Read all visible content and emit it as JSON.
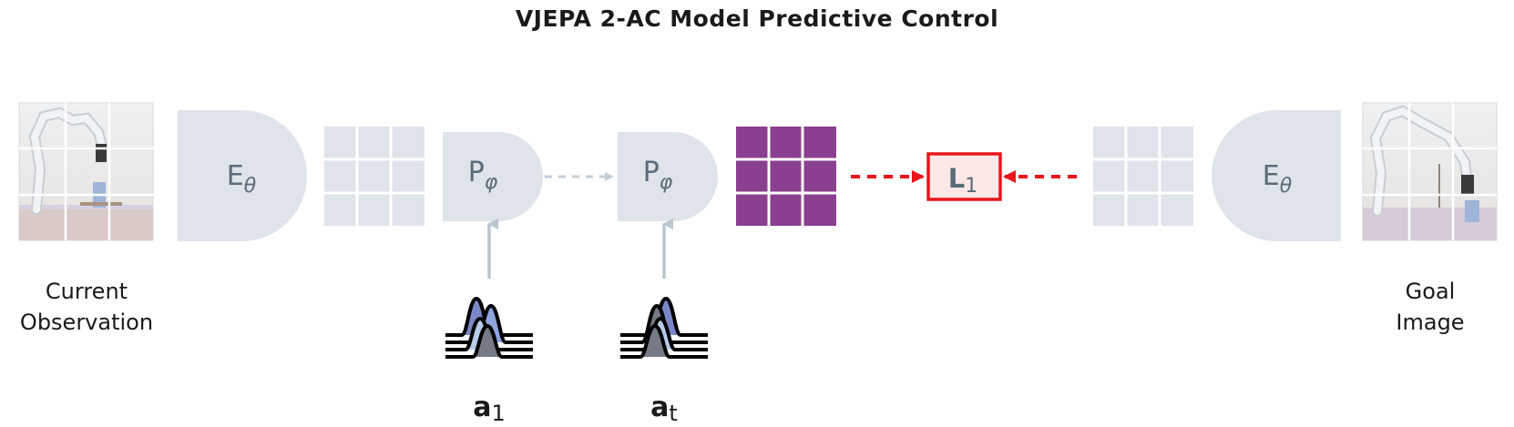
{
  "title": "VJEPA 2-AC Model Predictive Control",
  "captions": {
    "current": [
      "Current",
      "Observation"
    ],
    "goal": [
      "Goal",
      "Image"
    ]
  },
  "encoder_label": {
    "base": "E",
    "sub": "θ"
  },
  "predictor_label": {
    "base": "P",
    "sub": "φ"
  },
  "loss_label": {
    "base": "L",
    "sub": "1"
  },
  "actions": [
    {
      "base": "a",
      "sub": "1"
    },
    {
      "base": "a",
      "sub": "t"
    }
  ],
  "colors": {
    "block": "#dfe3ea",
    "block_text": "#5b6b78",
    "arrow": "#bcc6d0",
    "predicted": "#8b3f8f",
    "loss": "#e8151b",
    "loss_fill": "#fde8e8"
  }
}
